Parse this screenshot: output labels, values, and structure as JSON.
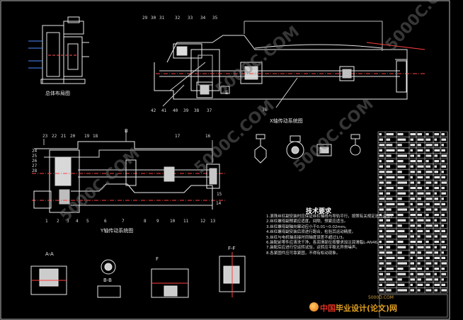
{
  "views": {
    "overall_layout": "总体布局图",
    "x_axis": "X轴传动系统图",
    "y_axis": "Y轴传动系统图",
    "section_aa": "A-A",
    "section_bb": "B-B",
    "section_ff": "F-F",
    "mark_b": "B",
    "mark_e": "E",
    "mark_f": "F"
  },
  "x_callouts_top": [
    "29",
    "30",
    "31",
    "32",
    "33",
    "34",
    "35"
  ],
  "x_callouts_bottom": [
    "42",
    "41",
    "40",
    "39",
    "38",
    "37",
    "36"
  ],
  "y_callouts_top": [
    "23",
    "22",
    "21",
    "20",
    "19",
    "18",
    "17",
    "16"
  ],
  "y_callouts_left": [
    "24",
    "25",
    "26",
    "27",
    "28"
  ],
  "y_callouts_bottom": [
    "1",
    "2",
    "3",
    "4",
    "5",
    "6",
    "7",
    "8",
    "9",
    "10",
    "11",
    "12",
    "13"
  ],
  "y_callouts_right": [
    "15",
    "14"
  ],
  "tech": {
    "title": "技术要求",
    "items": [
      "1.滚珠丝杠副安装时应保证丝杠轴线与导轨平行，按照有关规定进行调整。",
      "2.丝杠螺母副预紧应适度，间隙、预紧应适当。",
      "3.丝杠螺母副轴向窜动应小于0.01~0.02mm。",
      "4.丝杠螺母副安装后须进行跑合，检验其运动精度。",
      "5.丝杠与电机轴连接时同轴度误差不超过1/3。",
      "6.装配前零件应清洗干净，各润滑部位按要求加注润滑脂L-AN46。",
      "7.装配后应进行空运转试验，运转应平稳无异常噪声。",
      "8.各紧固件应可靠紧固，不得有松动现象。"
    ]
  },
  "watermarks": [
    "5000C.COM",
    "5000C.COM",
    "5000C.COM",
    "5000C.COM",
    "5000C.COM"
  ],
  "brand": {
    "site": "5000D.COM",
    "cn": "中国",
    "rest": "毕业设计(论文)网"
  }
}
